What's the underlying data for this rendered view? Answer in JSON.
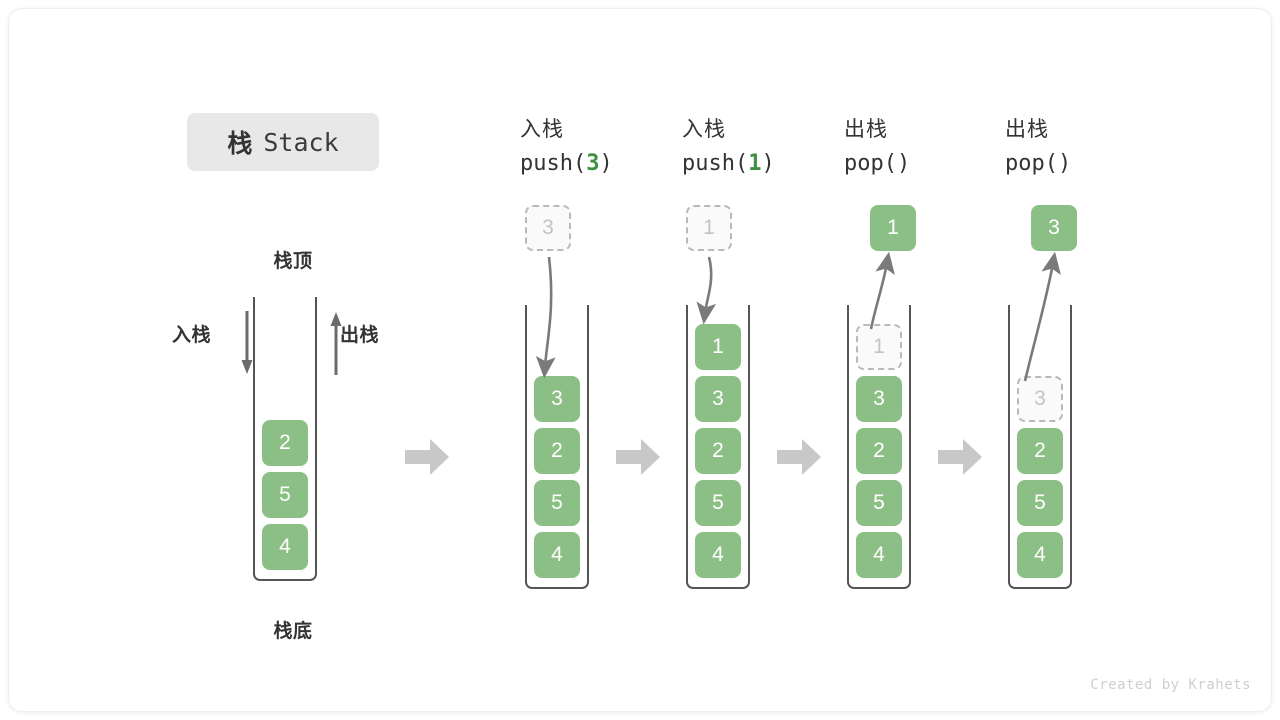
{
  "title": {
    "cn": "栈",
    "en": "Stack"
  },
  "labels": {
    "top": "栈顶",
    "bottom": "栈底",
    "push": "入栈",
    "pop": "出栈"
  },
  "footer": "Created by Krahets",
  "colors": {
    "cell_green": "#8cbf85",
    "arg_green": "#3f8f40",
    "ghost_gray": "#c4c4c4",
    "border_dark": "#555555",
    "badge_bg": "#e8e8e8",
    "step_arrow": "#c8c8c8"
  },
  "icons": {
    "step": "arrow-right-block-icon",
    "push_dir": "arrow-down-icon",
    "pop_dir": "arrow-up-icon",
    "flow": "curved-arrow-icon"
  },
  "columns": [
    {
      "id": "initial",
      "head_line1": "",
      "head_line2": "",
      "head_arg": "",
      "stack": [
        "4",
        "5",
        "2"
      ],
      "float": null
    },
    {
      "id": "push-3",
      "head_line1": "入栈",
      "head_line2_pre": "push(",
      "head_arg": "3",
      "head_line2_post": ")",
      "stack": [
        "4",
        "5",
        "2",
        "3"
      ],
      "float": {
        "value": "3",
        "kind": "ghost"
      }
    },
    {
      "id": "push-1",
      "head_line1": "入栈",
      "head_line2_pre": "push(",
      "head_arg": "1",
      "head_line2_post": ")",
      "stack": [
        "4",
        "5",
        "2",
        "3",
        "1"
      ],
      "float": {
        "value": "1",
        "kind": "ghost"
      }
    },
    {
      "id": "pop-1",
      "head_line1": "出栈",
      "head_line2_pre": "pop(",
      "head_arg": "",
      "head_line2_post": ")",
      "stack": [
        "4",
        "5",
        "2",
        "3"
      ],
      "stack_ghost": "1",
      "float": {
        "value": "1",
        "kind": "solid"
      }
    },
    {
      "id": "pop-3",
      "head_line1": "出栈",
      "head_line2_pre": "pop(",
      "head_arg": "",
      "head_line2_post": ")",
      "stack": [
        "4",
        "5",
        "2"
      ],
      "stack_ghost": "3",
      "float": {
        "value": "3",
        "kind": "solid"
      }
    }
  ]
}
